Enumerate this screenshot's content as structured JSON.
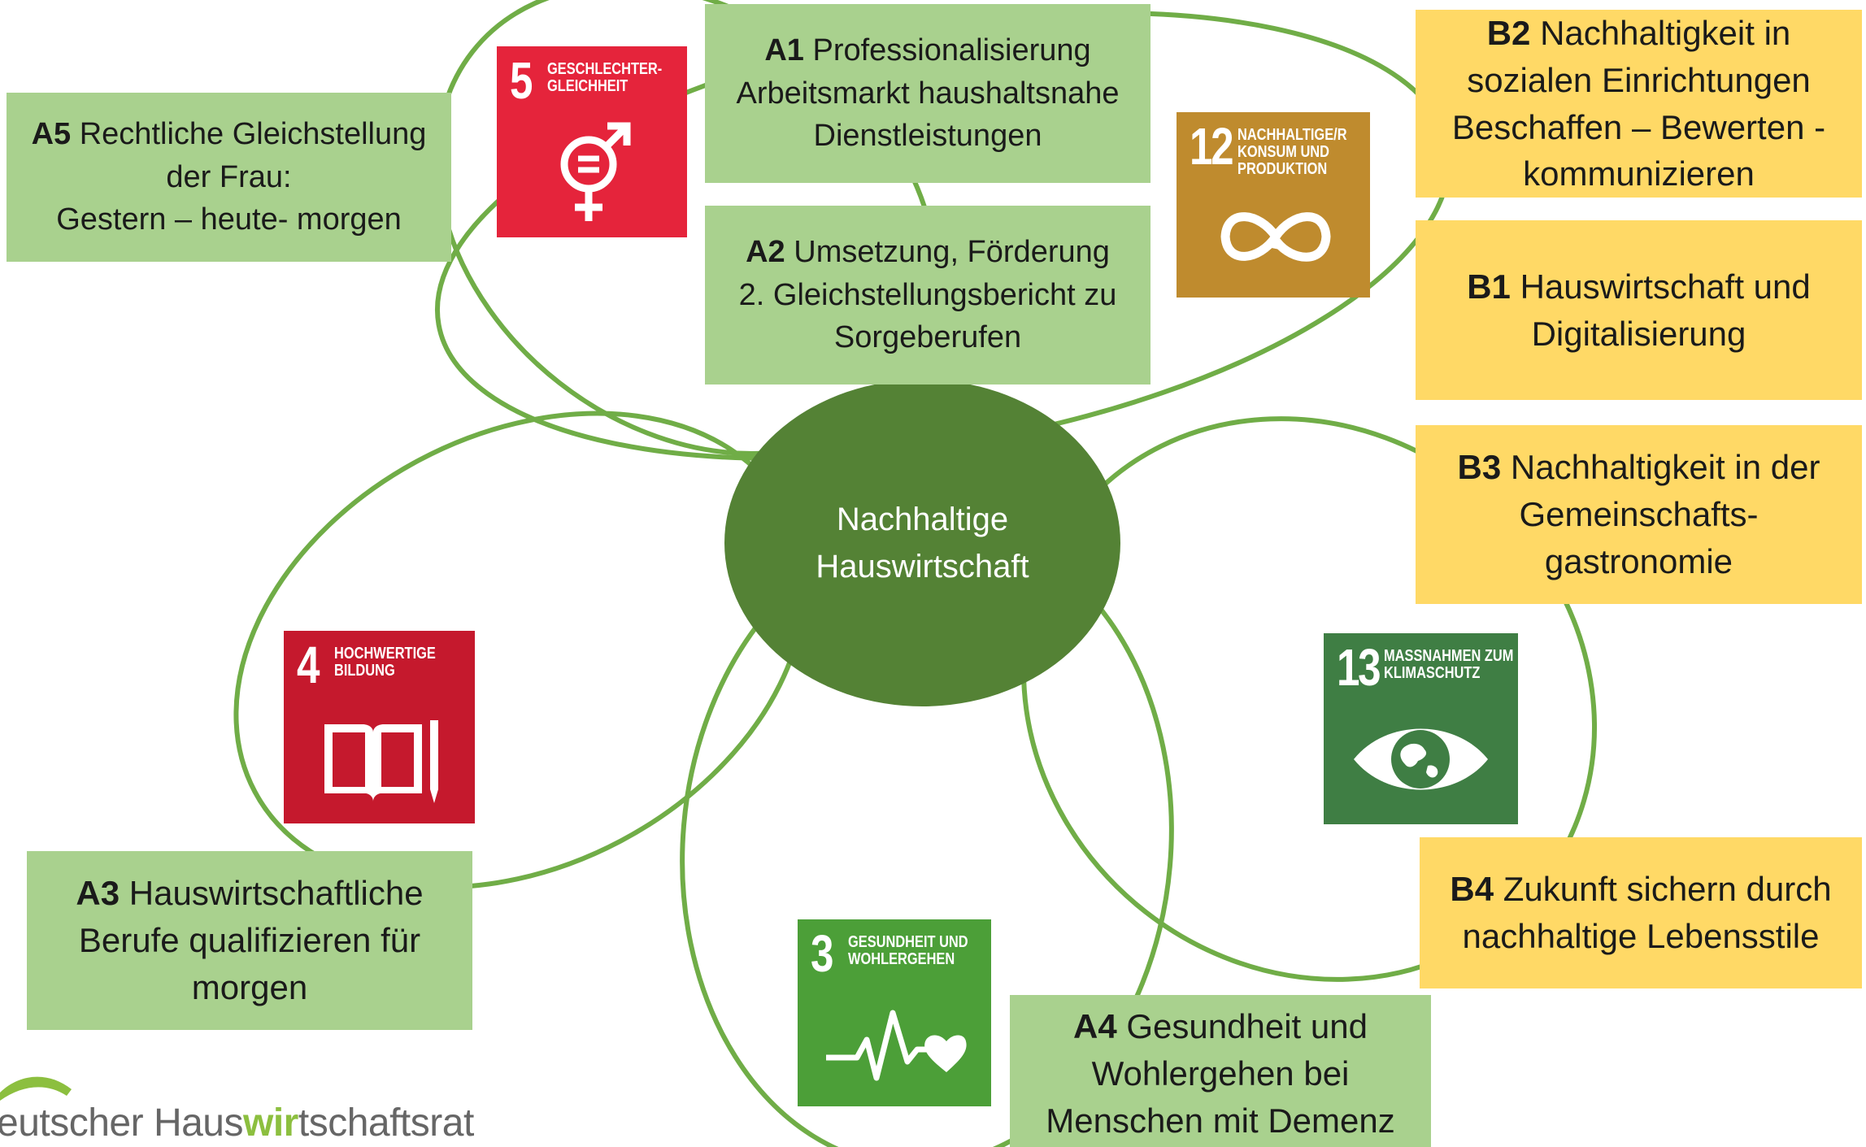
{
  "center": {
    "line1": "Nachhaltige",
    "line2": "Hauswirtschaft"
  },
  "boxes": {
    "a1": {
      "code": "A1",
      "line1": "Professionalisierung",
      "line2": "Arbeitsmarkt haushaltsnahe",
      "line3": "Dienstleistungen"
    },
    "a2": {
      "code": "A2",
      "line1": "Umsetzung, Förderung",
      "line2": "2. Gleichstellungsbericht zu",
      "line3": "Sorgeberufen"
    },
    "a3": {
      "code": "A3",
      "line1": "Hauswirtschaftliche",
      "line2": "Berufe qualifizieren für",
      "line3": "morgen"
    },
    "a4": {
      "code": "A4",
      "line1": "Gesundheit und",
      "line2": "Wohlergehen bei",
      "line3": "Menschen mit Demenz"
    },
    "a5": {
      "code": "A5",
      "line1": "Rechtliche Gleichstellung",
      "line2": "der Frau:",
      "line3": "Gestern – heute- morgen"
    },
    "b1": {
      "code": "B1",
      "line1": "Hauswirtschaft und",
      "line2": "Digitalisierung"
    },
    "b2": {
      "code": "B2",
      "line1": "Nachhaltigkeit in",
      "line2": "sozialen Einrichtungen",
      "line3": "Beschaffen – Bewerten -",
      "line4": "kommunizieren"
    },
    "b3": {
      "code": "B3",
      "line1": "Nachhaltigkeit in der",
      "line2": "Gemeinschafts-",
      "line3": "gastronomie"
    },
    "b4": {
      "code": "B4",
      "line1": "Zukunft sichern durch",
      "line2": "nachhaltige Lebensstile"
    }
  },
  "sdgs": {
    "sdg5": {
      "number": "5",
      "line1": "GESCHLECHTER-",
      "line2": "GLEICHHEIT",
      "color": "#e5243b",
      "icon": "gender-equality-icon"
    },
    "sdg12": {
      "number": "12",
      "line1": "NACHHALTIGE/R",
      "line2": "KONSUM UND",
      "line3": "PRODUKTION",
      "color": "#bf8b2e",
      "icon": "infinity-loop-icon"
    },
    "sdg4": {
      "number": "4",
      "line1": "HOCHWERTIGE",
      "line2": "BILDUNG",
      "color": "#c5192d",
      "icon": "book-pencil-icon"
    },
    "sdg13": {
      "number": "13",
      "line1": "MASSNAHMEN ZUM",
      "line2": "KLIMASCHUTZ",
      "color": "#3f7e44",
      "icon": "eye-globe-icon"
    },
    "sdg3": {
      "number": "3",
      "line1": "GESUNDHEIT UND",
      "line2": "WOHLERGEHEN",
      "color": "#4c9f38",
      "icon": "heartbeat-icon"
    }
  },
  "logo": {
    "prefix": "eutscher Haus",
    "highlight": "wir",
    "suffix": "tschaftsrat"
  },
  "colors": {
    "petal": "#70ad47",
    "center": "#548235",
    "greenBox": "#a9d18e",
    "yellowBox": "#ffd966"
  }
}
